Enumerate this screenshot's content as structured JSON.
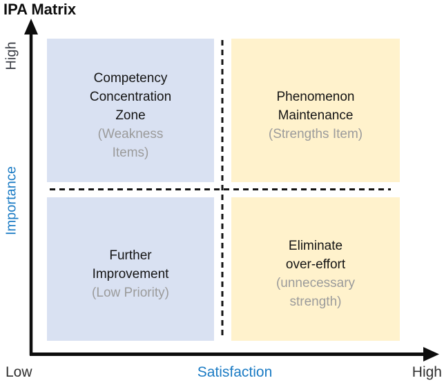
{
  "title": "IPA Matrix",
  "colors": {
    "quadrant_blue": "#D9E1F2",
    "quadrant_yellow": "#FFF2CC",
    "axis_label_blue": "#1B7BC4",
    "muted_text": "#9B9B9B",
    "dashed_divider": "#111111",
    "axis_arrow": "#0d0d0d"
  },
  "axes": {
    "y": {
      "label": "Importance",
      "top_label": "High"
    },
    "x": {
      "label": "Satisfaction",
      "left_label": "Low",
      "right_label": "High"
    }
  },
  "quadrants": [
    {
      "position": "top-left",
      "title": "Competency\nConcentration\nZone",
      "subtitle": "(Weakness\nItems)"
    },
    {
      "position": "top-right",
      "title": "Phenomenon\nMaintenance",
      "subtitle": "(Strengths Item)"
    },
    {
      "position": "bottom-left",
      "title": "Further\nImprovement",
      "subtitle": "(Low Priority)"
    },
    {
      "position": "bottom-right",
      "title": "Eliminate\nover-effort",
      "subtitle": "(unnecessary\nstrength)"
    }
  ]
}
